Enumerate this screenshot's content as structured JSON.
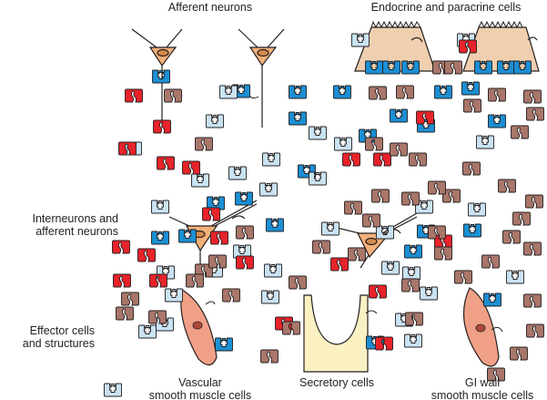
{
  "labels": {
    "afferent_neurons": "Afferent neurons",
    "endocrine_paracrine": "Endocrine and paracrine cells",
    "interneurons_line1": "Interneurons and",
    "interneurons_line2": "afferent neurons",
    "effector_line1": "Effector cells",
    "effector_line2": "and structures",
    "vascular_line1": "Vascular",
    "vascular_line2": "smooth muscle cells",
    "secretory": "Secretory cells",
    "giwall_line1": "GI wall",
    "giwall_line2": "smooth muscle cells"
  },
  "colors": {
    "blue_receptor": "#1b8fd4",
    "light_receptor": "#c9e3f3",
    "red_ligand": "#e8232a",
    "brown_ligand": "#a9766a",
    "neuron_fill": "#f2b07a",
    "endocrine_fill": "#efcfb0",
    "secretory_fill": "#fbf1c3",
    "muscle_fill": "#f0a086"
  },
  "icons": [
    "blue-receptor-icon",
    "light-receptor-icon",
    "red-ligand-icon",
    "brown-ligand-icon"
  ]
}
